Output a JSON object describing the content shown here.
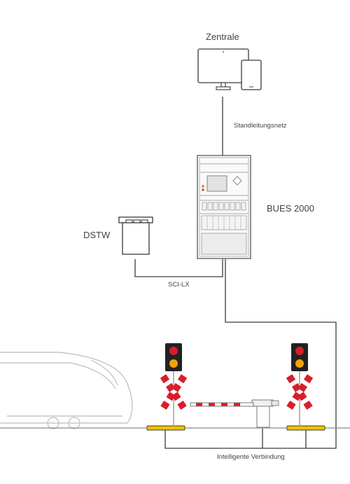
{
  "labels": {
    "zentrale": "Zentrale",
    "standleitungsnetz": "Standleitungsnetz",
    "bues": "BUES 2000",
    "dstw": "DSTW",
    "scilx": "SCI-LX",
    "intelligente": "Intelligente Verbindung"
  },
  "colors": {
    "line": "#3a3a3a",
    "signal_red": "#d81e2a",
    "signal_amber": "#f2a400",
    "cross_red": "#d81e2a",
    "rail_yellow": "#f2c200",
    "train_outline": "#bcbcbc"
  }
}
